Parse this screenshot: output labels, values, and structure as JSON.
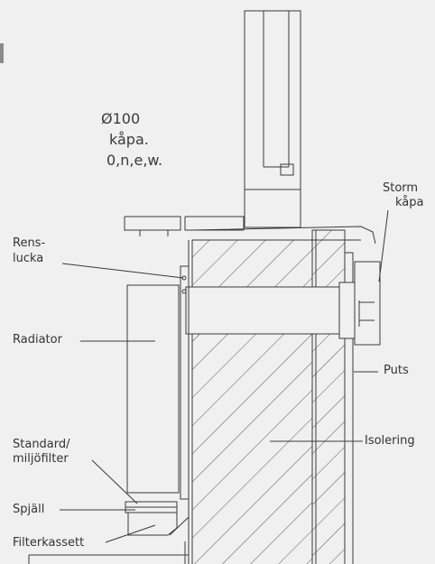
{
  "header": {
    "mark_color": "#8a8a8a",
    "lines": [
      "Ø100",
      "kåpa.",
      "0,n,e,w."
    ]
  },
  "labels": {
    "storm": "Storm",
    "kapa": "kåpa",
    "rens": "Rens-",
    "lucka": "lucka",
    "radiator": "Radiator",
    "puts": "Puts",
    "isolering": "Isolering",
    "standard": "Standard/",
    "miljofilter": "miljöfilter",
    "spjall": "Spjäll",
    "filterkassett": "Filterkassett"
  },
  "colors": {
    "background": "#f0f0f0",
    "line": "#3a3a3a",
    "hatch": "#555555"
  }
}
